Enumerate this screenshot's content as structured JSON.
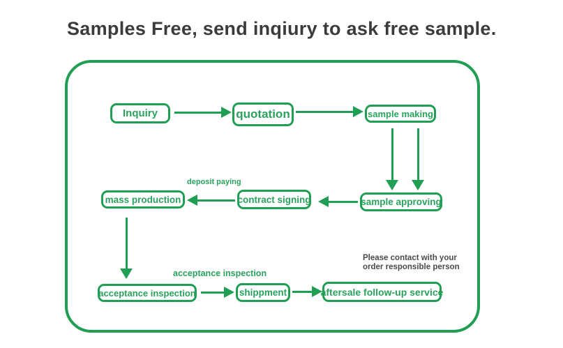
{
  "title": "Samples Free, send inqiury to ask free sample.",
  "colors": {
    "diagram_green": "#1f9e54",
    "box_text_green": "#2aa25d",
    "title_text": "#3b3b3b",
    "note_text": "#4a4a4a",
    "background": "#ffffff"
  },
  "flowchart": {
    "boxes": [
      {
        "id": "inquiry",
        "label": "Inquiry"
      },
      {
        "id": "quotation",
        "label": "quotation"
      },
      {
        "id": "sample-making",
        "label": "sample making"
      },
      {
        "id": "sample-approving",
        "label": "sample approving"
      },
      {
        "id": "contract-signing",
        "label": "contract signing"
      },
      {
        "id": "mass-production",
        "label": "mass production"
      },
      {
        "id": "acceptance-inspection",
        "label": "acceptance inspection"
      },
      {
        "id": "shippment",
        "label": "shippment"
      },
      {
        "id": "aftersale",
        "label": "aftersale follow-up service"
      }
    ],
    "edge_labels": {
      "deposit_paying": "deposit paying",
      "acceptance_inspection": "acceptance inspection"
    },
    "note": {
      "line1": "Please contact with your",
      "line2": "order responsible person"
    },
    "arrows": [
      {
        "from": "inquiry",
        "to": "quotation",
        "direction": "right"
      },
      {
        "from": "quotation",
        "to": "sample-making",
        "direction": "right"
      },
      {
        "from": "sample-making",
        "to": "sample-approving",
        "direction": "down"
      },
      {
        "from": "sample-making",
        "to": "sample-approving",
        "direction": "down"
      },
      {
        "from": "sample-approving",
        "to": "contract-signing",
        "direction": "left"
      },
      {
        "from": "contract-signing",
        "to": "mass-production",
        "direction": "left"
      },
      {
        "from": "mass-production",
        "to": "acceptance-inspection",
        "direction": "down"
      },
      {
        "from": "acceptance-inspection",
        "to": "shippment",
        "direction": "right"
      },
      {
        "from": "shippment",
        "to": "aftersale",
        "direction": "right"
      }
    ]
  }
}
